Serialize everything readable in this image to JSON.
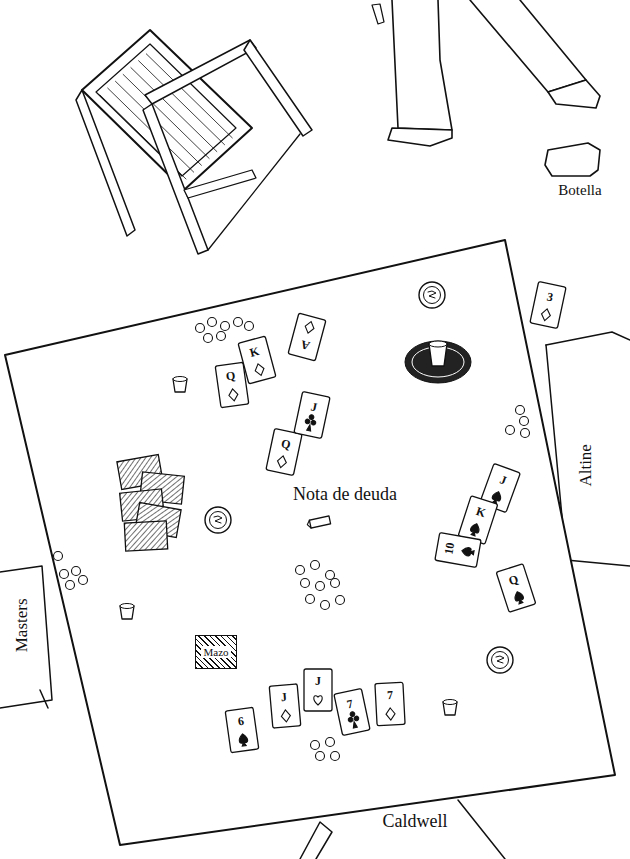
{
  "diagram": {
    "nodes": [
      {
        "text": [
          "Mazo"
        ]
      }
    ],
    "labels": [
      "Botella",
      "Q",
      "K",
      "A",
      "J",
      "Q",
      "3",
      "Nota de deuda",
      "J",
      "K",
      "10",
      "Q",
      "Altine",
      "Masters",
      "6",
      "J",
      "J",
      "7",
      "7",
      "Caldwell"
    ]
  }
}
